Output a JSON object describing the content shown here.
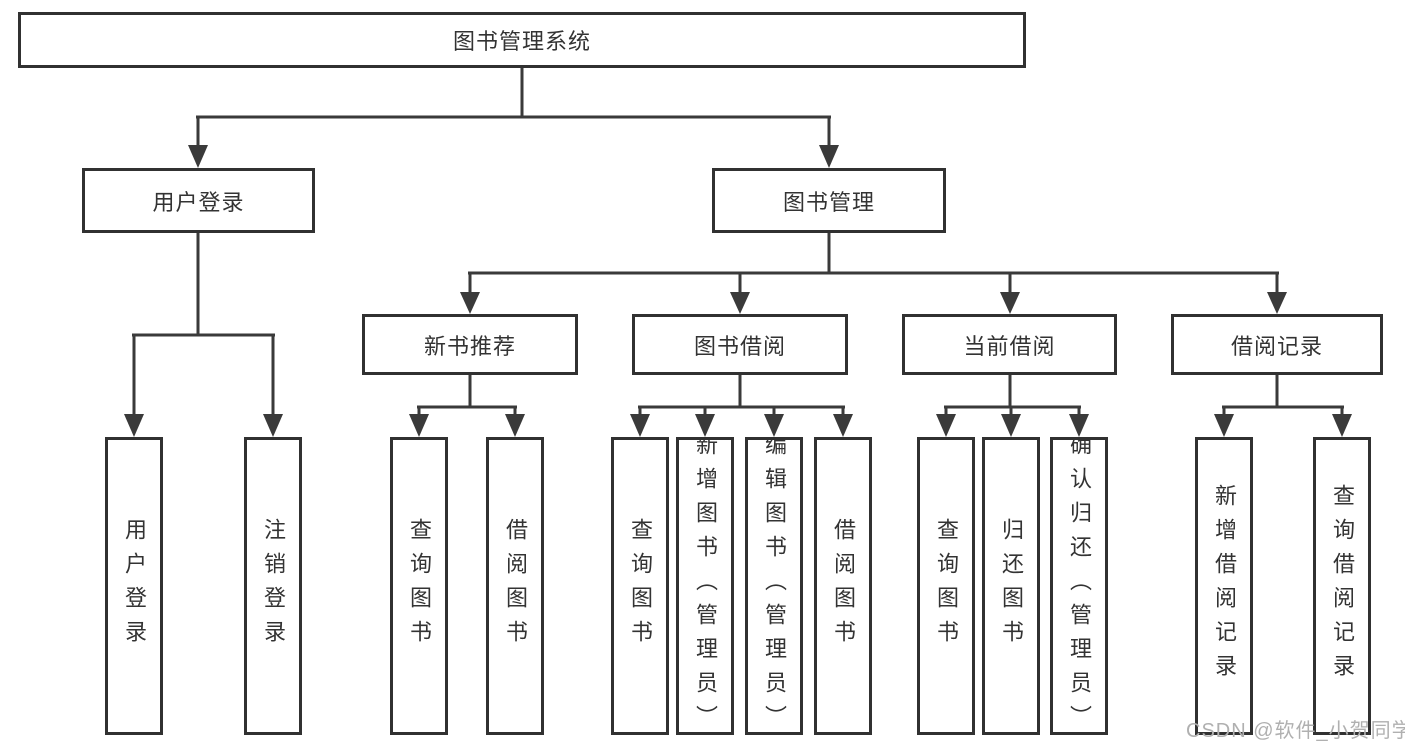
{
  "diagram": {
    "root": {
      "label": "图书管理系统",
      "children": [
        {
          "label": "用户登录",
          "children": [
            {
              "label": "用户登录"
            },
            {
              "label": "注销登录"
            }
          ]
        },
        {
          "label": "图书管理",
          "children": [
            {
              "label": "新书推荐",
              "children": [
                {
                  "label": "查询图书"
                },
                {
                  "label": "借阅图书"
                }
              ]
            },
            {
              "label": "图书借阅",
              "children": [
                {
                  "label": "查询图书"
                },
                {
                  "label": "新增图书（管理员）"
                },
                {
                  "label": "编辑图书（管理员）"
                },
                {
                  "label": "借阅图书"
                }
              ]
            },
            {
              "label": "当前借阅",
              "children": [
                {
                  "label": "查询图书"
                },
                {
                  "label": "归还图书"
                },
                {
                  "label": "确认归还（管理员）"
                }
              ]
            },
            {
              "label": "借阅记录",
              "children": [
                {
                  "label": "新增借阅记录"
                },
                {
                  "label": "查询借阅记录"
                }
              ]
            }
          ]
        }
      ]
    }
  },
  "watermark": {
    "text": "CSDN @软件_小贺同学"
  },
  "colors": {
    "line": "#3a3a3a",
    "border": "#313131",
    "text": "#333333",
    "watermark": "#b0b0b0",
    "background": "#ffffff"
  }
}
